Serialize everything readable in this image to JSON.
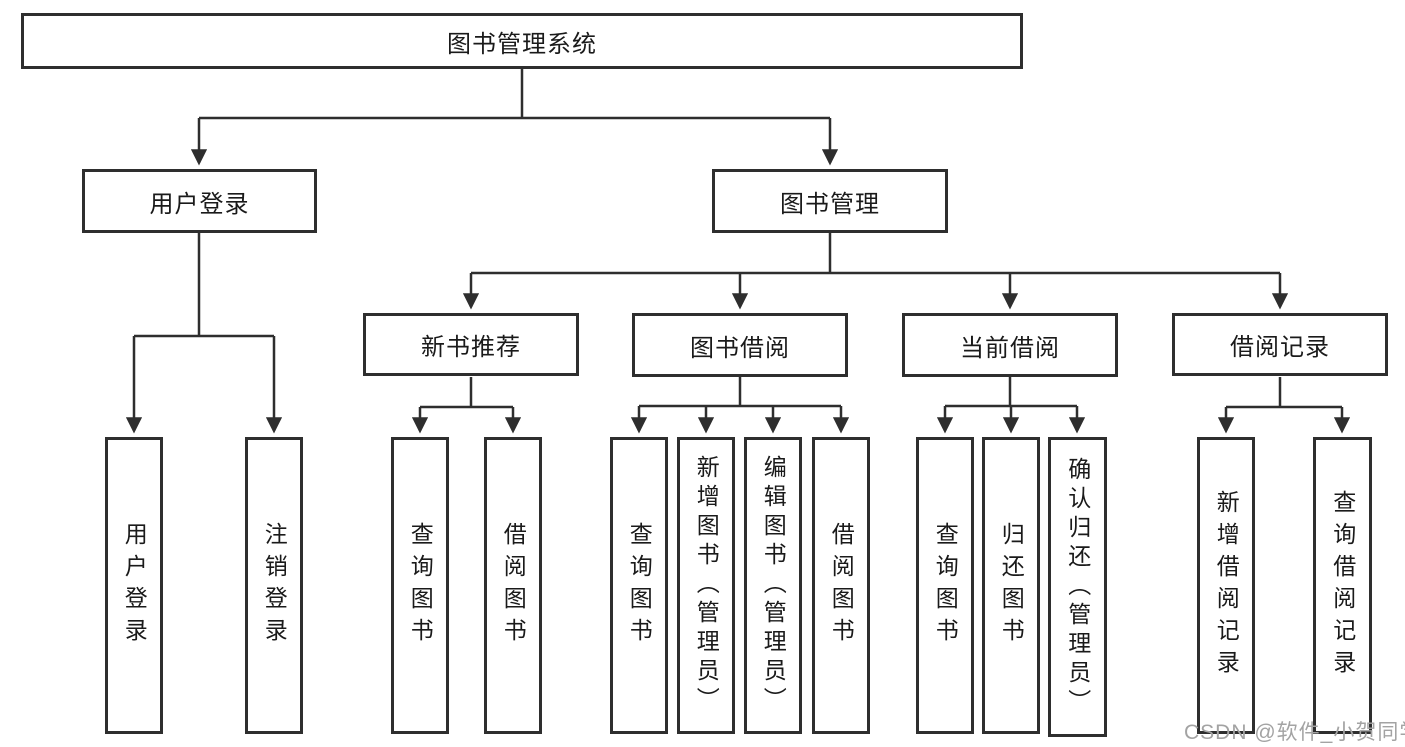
{
  "colors": {
    "line": "#2e2e2e",
    "text": "#1a1a1a",
    "watermark": "#a3a3a3",
    "background": "#ffffff"
  },
  "tree": {
    "label": "图书管理系统",
    "children": [
      {
        "label": "用户登录",
        "children": [
          {
            "label": "用户登录"
          },
          {
            "label": "注销登录"
          }
        ]
      },
      {
        "label": "图书管理",
        "children": [
          {
            "label": "新书推荐",
            "children": [
              {
                "label": "查询图书"
              },
              {
                "label": "借阅图书"
              }
            ]
          },
          {
            "label": "图书借阅",
            "children": [
              {
                "label": "查询图书"
              },
              {
                "label": "新增图书（管理员）"
              },
              {
                "label": "编辑图书（管理员）"
              },
              {
                "label": "借阅图书"
              }
            ]
          },
          {
            "label": "当前借阅",
            "children": [
              {
                "label": "查询图书"
              },
              {
                "label": "归还图书"
              },
              {
                "label": "确认归还（管理员）"
              }
            ]
          },
          {
            "label": "借阅记录",
            "children": [
              {
                "label": "新增借阅记录"
              },
              {
                "label": "查询借阅记录"
              }
            ]
          }
        ]
      }
    ]
  },
  "watermark": "CSDN @软件_小贺同学"
}
